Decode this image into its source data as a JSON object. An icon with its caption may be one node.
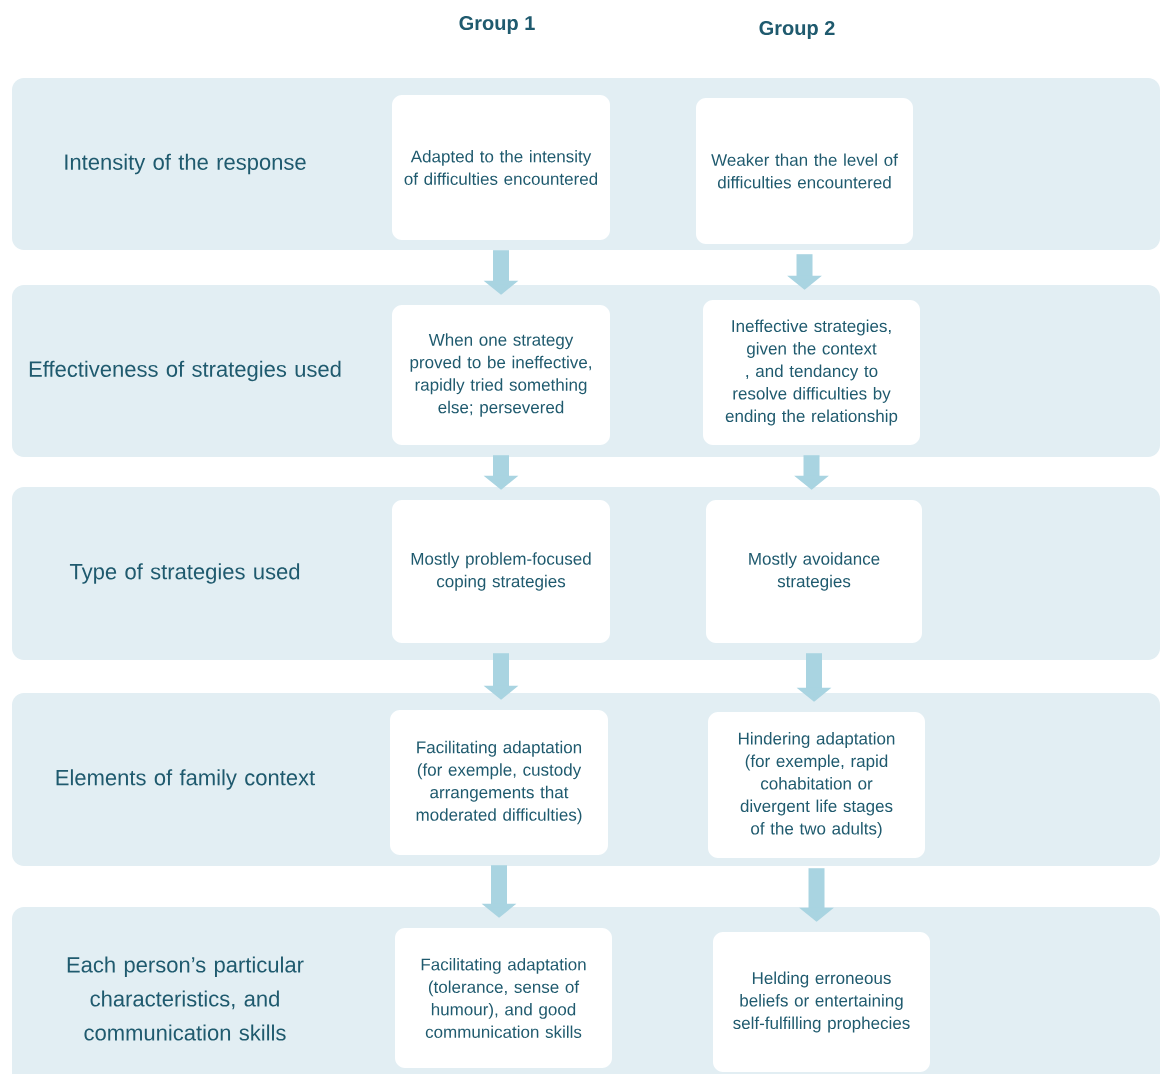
{
  "diagram": {
    "nodes": [
      {
        "text": [
          "Intensity of the response"
        ]
      },
      {
        "text": [
          "Adapted to the intensity of difficulties encountered"
        ],
        "in": 0
      },
      {
        "text": [
          "Weaker than the level of difficulties encountered"
        ],
        "in": 0
      },
      {
        "text": [
          "Effectiveness of strategies used"
        ]
      },
      {
        "text": [
          "When one strategy proved to be ineffective, rapidly tried something else; persevered"
        ],
        "in": 3
      },
      {
        "text": [
          "Ineffective strategies, given the context , and tendancy to resolve difficulties by ending the relationship"
        ],
        "in": 3
      },
      {
        "text": [
          "Type of strategies used"
        ]
      },
      {
        "text": [
          "Mostly problem-focused coping strategies"
        ],
        "in": 6
      },
      {
        "text": [
          "Mostly avoidance strategies"
        ],
        "in": 6
      },
      {
        "text": [
          "Elements of family context"
        ]
      },
      {
        "text": [
          "Facilitating adaptation (for exemple, custody arrangements that moderated difficulties)"
        ],
        "in": 9
      },
      {
        "text": [
          "Hindering adaptation (for exemple, rapid cohabitation or divergent life stages of the two adults)"
        ],
        "in": 9
      },
      {
        "text": [
          "Each person’s particular characteristics, and communication skills"
        ]
      },
      {
        "text": [
          "Facilitating adaptation (tolerance, sense of humour), and good communication skills"
        ],
        "in": 12
      },
      {
        "text": [
          "Helding erroneous beliefs or entertaining self-fulfilling prophecies"
        ],
        "in": 12
      }
    ],
    "edges": [
      {
        "from": 1,
        "to": 4,
        "arrow": "to"
      },
      {
        "from": 2,
        "to": 5,
        "arrow": "to"
      },
      {
        "from": 4,
        "to": 7,
        "arrow": "to"
      },
      {
        "from": 5,
        "to": 8,
        "arrow": "to"
      },
      {
        "from": 7,
        "to": 10,
        "arrow": "to"
      },
      {
        "from": 8,
        "to": 11,
        "arrow": "to"
      },
      {
        "from": 10,
        "to": 13,
        "arrow": "to"
      },
      {
        "from": 11,
        "to": 14,
        "arrow": "to"
      }
    ],
    "labels": [
      "Group 1",
      "Group 2"
    ]
  }
}
